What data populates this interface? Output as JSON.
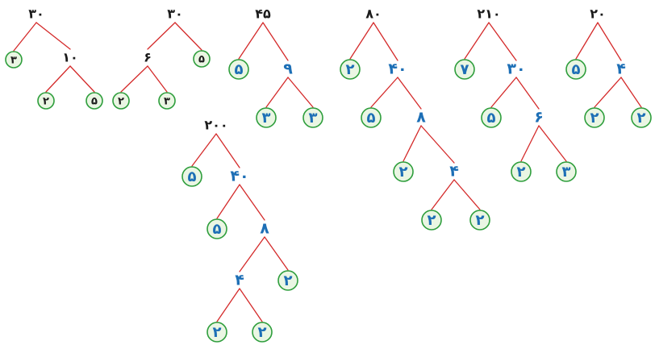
{
  "trees": [
    {
      "id": "t1",
      "root": {
        "label": "۳۰",
        "c": [
          {
            "label": "۳",
            "circled": true
          },
          {
            "label": "۱۰",
            "c": [
              {
                "label": "۲",
                "circled": true
              },
              {
                "label": "۵",
                "circled": true
              }
            ]
          }
        ]
      }
    },
    {
      "id": "t2",
      "root": {
        "label": "۳۰",
        "c": [
          {
            "label": "۶",
            "c": [
              {
                "label": "۲",
                "circled": true
              },
              {
                "label": "۳",
                "circled": true
              }
            ]
          },
          {
            "label": "۵",
            "circled": true
          }
        ]
      }
    },
    {
      "id": "t3",
      "root": {
        "label": "۴۵",
        "c": [
          {
            "label": "۵",
            "circled": true
          },
          {
            "label": "۹",
            "c": [
              {
                "label": "۳",
                "circled": true
              },
              {
                "label": "۳",
                "circled": true
              }
            ]
          }
        ]
      }
    },
    {
      "id": "t4",
      "root": {
        "label": "۸۰",
        "c": [
          {
            "label": "۲",
            "circled": true
          },
          {
            "label": "۴۰",
            "c": [
              {
                "label": "۵",
                "circled": true
              },
              {
                "label": "۸",
                "c": [
                  {
                    "label": "۲",
                    "circled": true
                  },
                  {
                    "label": "۴",
                    "c": [
                      {
                        "label": "۲",
                        "circled": true
                      },
                      {
                        "label": "۲",
                        "circled": true
                      }
                    ]
                  }
                ]
              }
            ]
          }
        ]
      }
    },
    {
      "id": "t5",
      "root": {
        "label": "۲۱۰",
        "c": [
          {
            "label": "۷",
            "circled": true
          },
          {
            "label": "۳۰",
            "c": [
              {
                "label": "۵",
                "circled": true
              },
              {
                "label": "۶",
                "c": [
                  {
                    "label": "۲",
                    "circled": true
                  },
                  {
                    "label": "۳",
                    "circled": true
                  }
                ]
              }
            ]
          }
        ]
      }
    },
    {
      "id": "t6",
      "root": {
        "label": "۲۰",
        "c": [
          {
            "label": "۵",
            "circled": true
          },
          {
            "label": "۴",
            "c": [
              {
                "label": "۲",
                "circled": true
              },
              {
                "label": "۲",
                "circled": true
              }
            ]
          }
        ]
      }
    },
    {
      "id": "t7",
      "root": {
        "label": "۲۰۰",
        "c": [
          {
            "label": "۵",
            "circled": true
          },
          {
            "label": "۴۰",
            "c": [
              {
                "label": "۵",
                "circled": true
              },
              {
                "label": "۸",
                "c": [
                  {
                    "label": "۴",
                    "c": [
                      {
                        "label": "۲",
                        "circled": true
                      },
                      {
                        "label": "۲",
                        "circled": true
                      }
                    ]
                  },
                  {
                    "label": "۲",
                    "circled": true
                  }
                ]
              }
            ]
          }
        ]
      }
    }
  ]
}
